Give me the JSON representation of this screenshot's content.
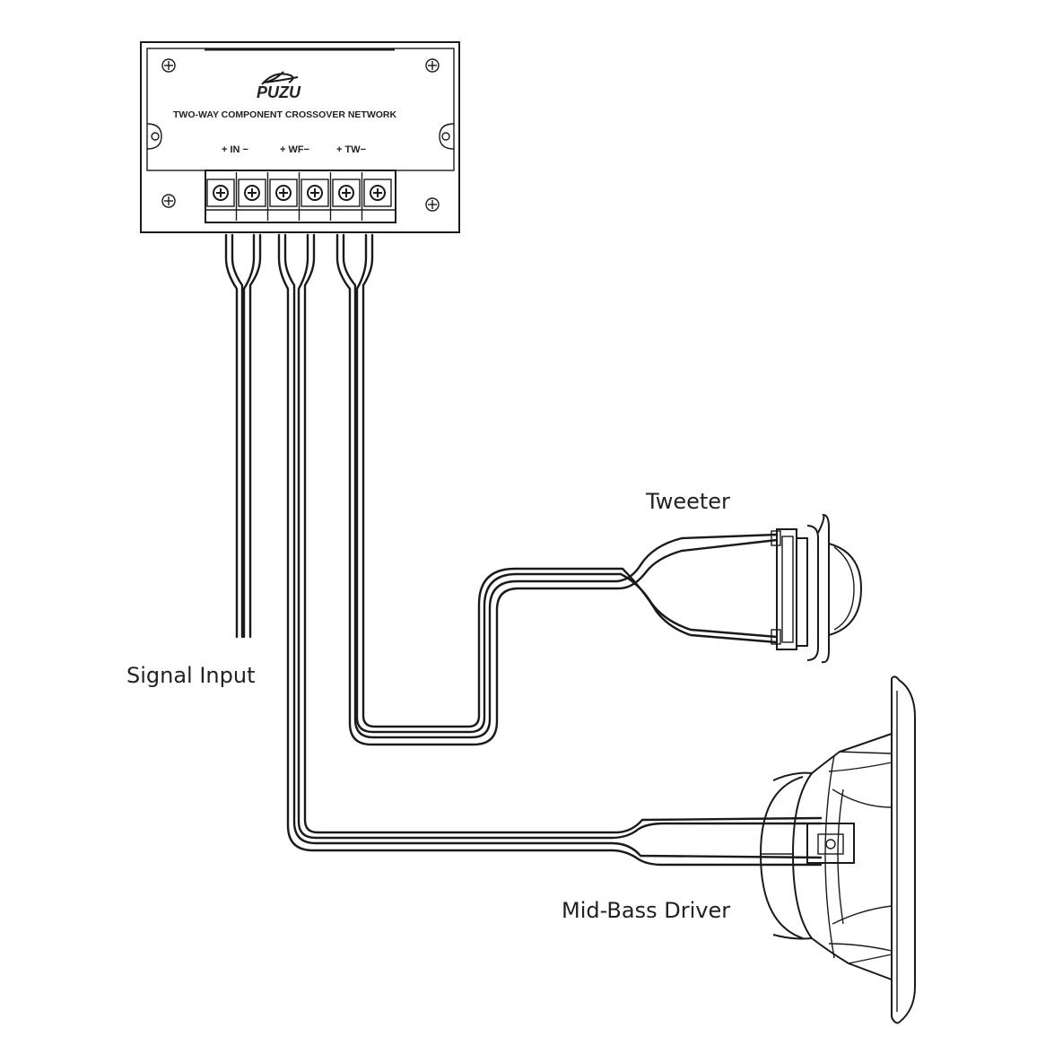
{
  "crossover": {
    "brand": "PUZU",
    "title": "TWO-WAY COMPONENT CROSSOVER NETWORK",
    "terminals": {
      "in": "+ IN −",
      "wf": "+ WF−",
      "tw": "+ TW−"
    }
  },
  "labels": {
    "signal_input": "Signal Input",
    "tweeter": "Tweeter",
    "mid_bass": "Mid-Bass Driver"
  },
  "icons": [
    "crossover-box",
    "screw-icon",
    "terminal-screw-icon",
    "tweeter-icon",
    "speaker-driver-icon",
    "wire"
  ]
}
